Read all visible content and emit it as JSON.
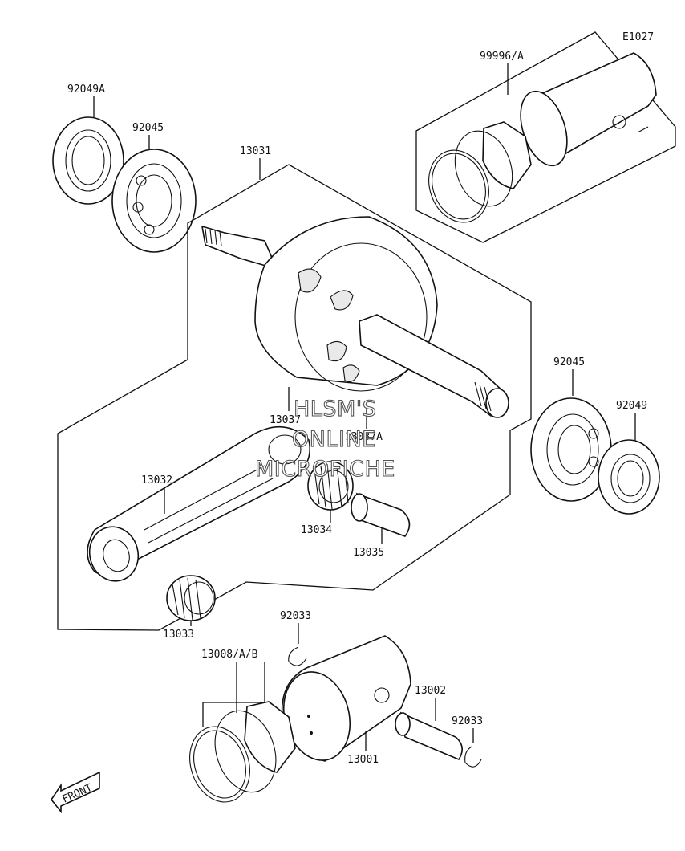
{
  "diagram": {
    "corner_code": "E1027",
    "watermark": [
      "HLSM'S",
      "ONLINE",
      "MICROFICHE"
    ],
    "front_marker": "FRONT",
    "part_labels": {
      "p99996a": "99996/A",
      "p92049a": "92049A",
      "p92045_top": "92045",
      "p13031": "13031",
      "p13037": "13037",
      "p13037a": "13037A",
      "p13032": "13032",
      "p13034": "13034",
      "p13035": "13035",
      "p13033": "13033",
      "p92045_right": "92045",
      "p92049": "92049",
      "p92033_top": "92033",
      "p13008ab": "13008/A/B",
      "p13002": "13002",
      "p92033_right": "92033",
      "p13001": "13001"
    }
  }
}
